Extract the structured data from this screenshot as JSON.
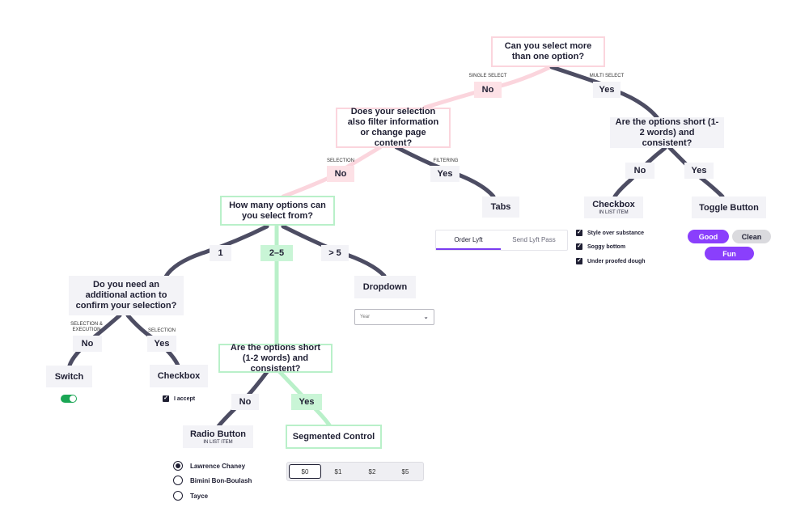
{
  "colors": {
    "edge": "#4d4d63",
    "edge_pink": "#fbd5dd",
    "edge_green": "#b9f0c9",
    "accent": "#8a3ffc",
    "tab_underline": "#7a3cf0",
    "switch_on": "#1aa654"
  },
  "nodes": {
    "q1": "Can you select more than one option?",
    "q1_left_tag": "SINGLE SELECT",
    "q1_left": "No",
    "q1_right_tag": "MULTI SELECT",
    "q1_right": "Yes",
    "q2": "Does your selection also filter information or change page content?",
    "q2_left_tag": "SELECTION",
    "q2_left": "No",
    "q2_right_tag": "FILTERING",
    "q2_right": "Yes",
    "tabs": "Tabs",
    "q3": "Are the options short (1-2 words) and consistent?",
    "q3_left": "No",
    "q3_right": "Yes",
    "checkbox_list": "Checkbox",
    "checkbox_list_sub": "IN LIST ITEM",
    "toggle_button": "Toggle Button",
    "q4": "How many options can you select from?",
    "opt_one": "1",
    "opt_two_five": "2–5",
    "opt_more": "> 5",
    "dropdown": "Dropdown",
    "q5": "Do you need an additional action to confirm your selection?",
    "q5_left_tag": "SELECTION & EXECUTION",
    "q5_left": "No",
    "q5_right_tag": "SELECTION",
    "q5_right": "Yes",
    "switch": "Switch",
    "checkbox": "Checkbox",
    "q6": "Are the options short (1-2 words) and consistent?",
    "q6_left": "No",
    "q6_right": "Yes",
    "radio_button": "Radio Button",
    "radio_button_sub": "IN LIST ITEM",
    "segmented_control": "Segmented Control"
  },
  "widgets": {
    "tabs": [
      "Order Lyft",
      "Send Lyft Pass"
    ],
    "checkboxes": [
      "Style over substance",
      "Soggy bottom",
      "Under proofed dough"
    ],
    "toggle_buttons": [
      "Good",
      "Clean",
      "Fun"
    ],
    "dropdown_placeholder": "Year",
    "switch_checkbox_label": "I accept",
    "radios": [
      "Lawrence Chaney",
      "Bimini Bon-Boulash",
      "Tayce"
    ],
    "segments": [
      "$0",
      "$1",
      "$2",
      "$5"
    ]
  }
}
